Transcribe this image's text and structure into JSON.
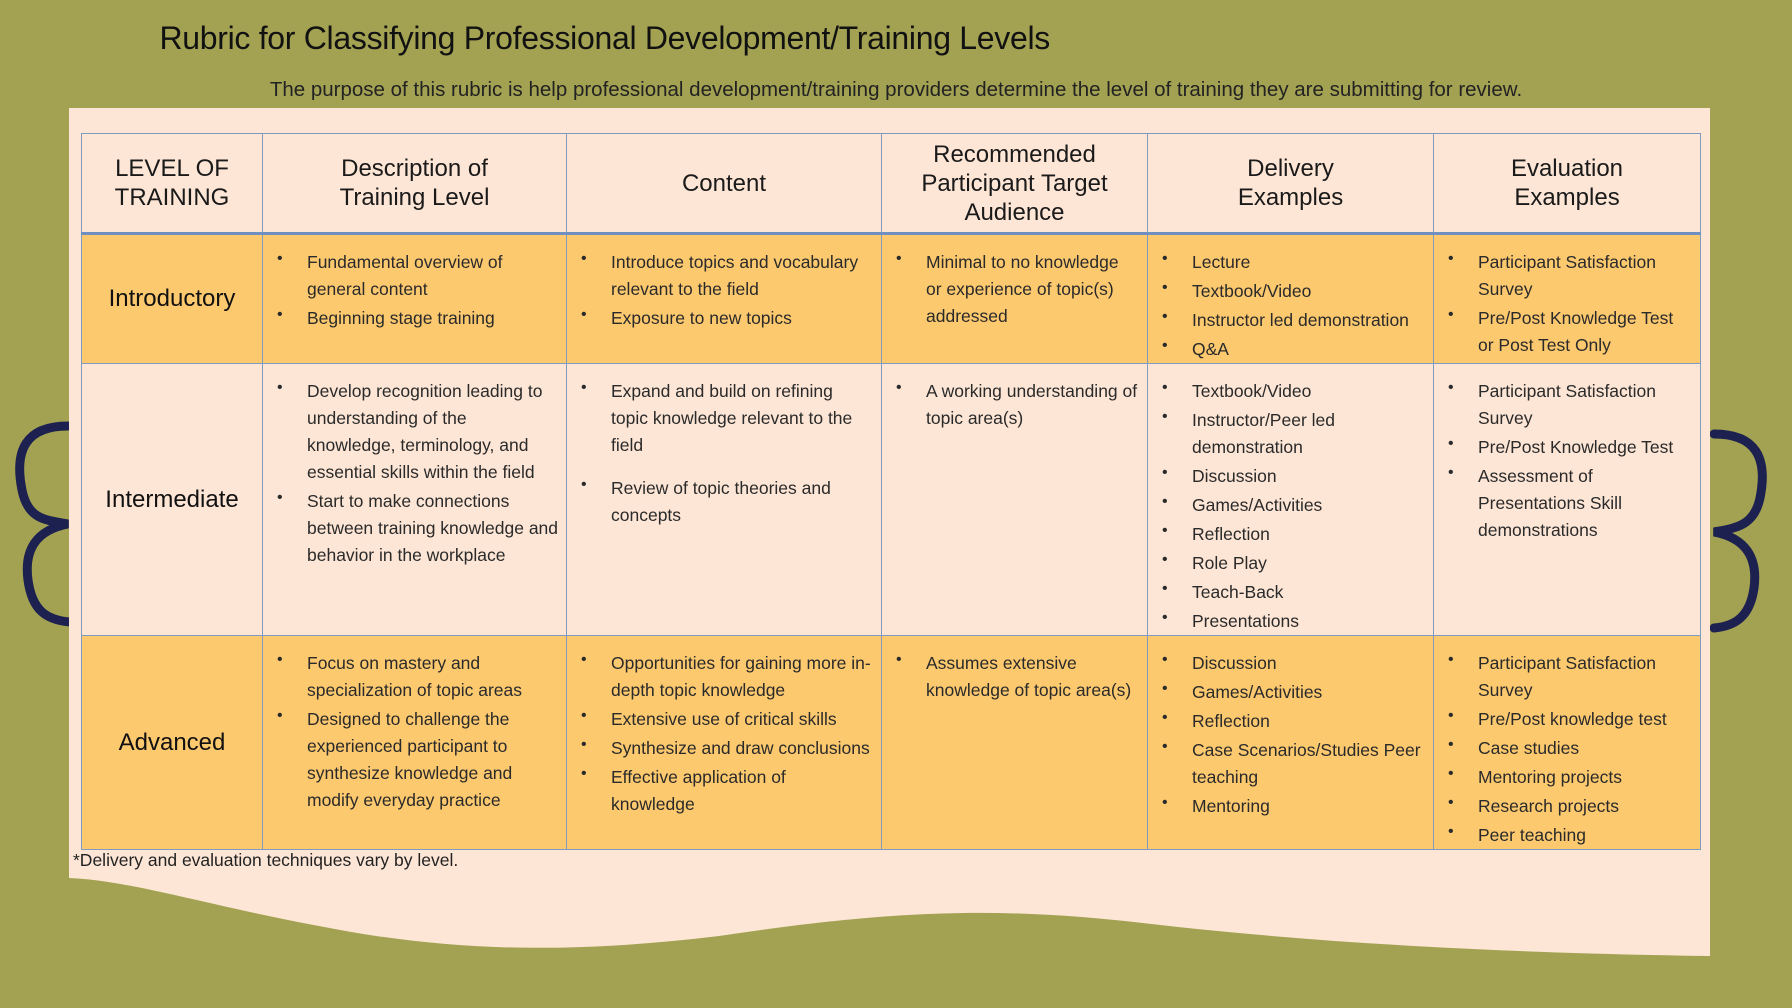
{
  "title": "Rubric for Classifying Professional Development/Training Levels",
  "subtitle": "The purpose of this rubric is help professional development/training providers determine the level of training they are submitting for review.",
  "columns": [
    "LEVEL OF TRAINING",
    "Description of Training Level",
    "Content",
    "Recommended Participant Target Audience",
    "Delivery Examples",
    "Evaluation Examples"
  ],
  "rows": [
    {
      "level": "Introductory",
      "description": [
        "Fundamental overview of general content",
        "Beginning stage training"
      ],
      "content": [
        "Introduce topics and vocabulary relevant to the field",
        "Exposure to new topics"
      ],
      "audience": [
        "Minimal to no knowledge or experience of topic(s) addressed"
      ],
      "delivery": [
        "Lecture",
        "Textbook/Video",
        "Instructor led demonstration",
        "Q&A"
      ],
      "evaluation": [
        "Participant Satisfaction Survey",
        "Pre/Post Knowledge Test or Post Test Only"
      ]
    },
    {
      "level": "Intermediate",
      "description": [
        "Develop recognition leading to understanding of the knowledge, terminology, and essential skills within the field",
        "Start to make connections between training knowledge and behavior in the workplace"
      ],
      "content": [
        "Expand and build on refining topic knowledge relevant to the field",
        "Review of topic theories and concepts"
      ],
      "audience": [
        "A working understanding of topic area(s)"
      ],
      "delivery": [
        "Textbook/Video",
        "Instructor/Peer led demonstration",
        "Discussion",
        "Games/Activities",
        "Reflection",
        "Role Play",
        "Teach-Back",
        "Presentations"
      ],
      "evaluation": [
        "Participant Satisfaction Survey",
        "Pre/Post Knowledge Test",
        "Assessment of Presentations Skill demonstrations"
      ]
    },
    {
      "level": "Advanced",
      "description": [
        "Focus on mastery and specialization of topic areas",
        "Designed to challenge the experienced participant to synthesize knowledge and modify everyday practice"
      ],
      "content": [
        "Opportunities for gaining more in-depth topic knowledge",
        "Extensive use of critical skills",
        "Synthesize and draw conclusions",
        "Effective application of knowledge"
      ],
      "audience": [
        "Assumes extensive knowledge of topic area(s)"
      ],
      "delivery": [
        "Discussion",
        "Games/Activities",
        "Reflection",
        "Case Scenarios/Studies Peer teaching",
        "Mentoring"
      ],
      "evaluation": [
        "Participant Satisfaction Survey",
        "Pre/Post knowledge test",
        "Case studies",
        "Mentoring projects",
        "Research projects",
        "Peer teaching"
      ]
    }
  ],
  "footnote": "*Delivery and evaluation techniques vary by level.",
  "colors": {
    "background": "#a3a253",
    "paper": "#fde6d6",
    "highlight_row": "#fdc96f",
    "border": "#7f9bbf",
    "brace": "#1d2150"
  }
}
